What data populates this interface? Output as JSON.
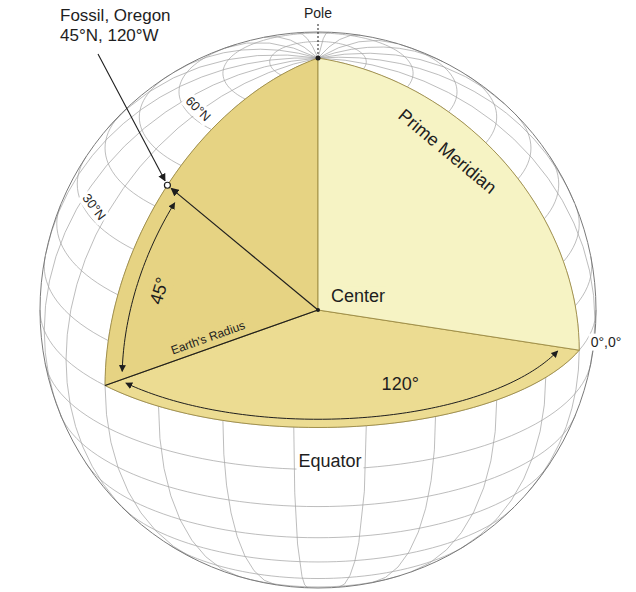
{
  "diagram": {
    "labels": [
      "Pole",
      "Fossil, Oregon 45°N, 120°W",
      "60°N",
      "30°N",
      "45°",
      "Earth's Radius",
      "Center",
      "Prime Meridian",
      "0°,0°",
      "120°",
      "Equator"
    ]
  }
}
